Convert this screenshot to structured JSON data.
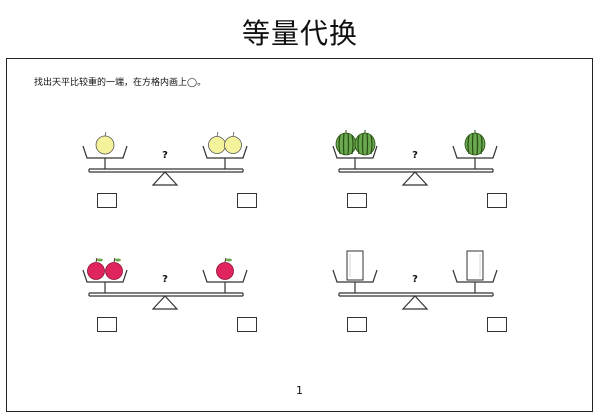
{
  "title": "等量代换",
  "instruction": "找出天平比较重的一端，在方格内画上◯。",
  "page_number": "1",
  "question_mark": "?",
  "colors": {
    "pear_fill": "#f4f29a",
    "melon_green": "#6aa84f",
    "melon_stripe": "#274e13",
    "apple_red": "#e0245e",
    "outline": "#333333"
  },
  "scales": [
    {
      "id": "pears",
      "left_items": "pear-icon",
      "left_count": 1,
      "right_items": "pear-icon",
      "right_count": 2
    },
    {
      "id": "watermelons",
      "left_items": "watermelon-icon",
      "left_count": 2,
      "right_items": "watermelon-icon",
      "right_count": 1
    },
    {
      "id": "apples",
      "left_items": "apple-icon",
      "left_count": 2,
      "right_items": "apple-icon",
      "right_count": 1
    },
    {
      "id": "cups",
      "left_items": "empty-cup-icon",
      "left_count": 1,
      "right_items": "empty-cup-icon",
      "right_count": 1
    }
  ]
}
